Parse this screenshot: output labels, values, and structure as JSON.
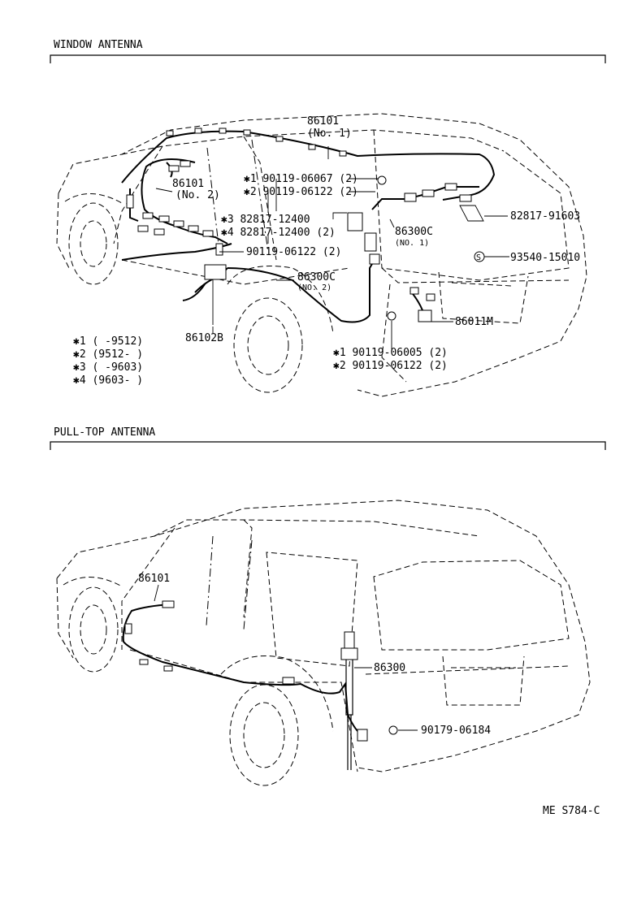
{
  "sections": {
    "window": {
      "title": "WINDOW ANTENNA",
      "callouts": {
        "c86101_no1": "86101",
        "c86101_no1_sub": "(No. 1)",
        "c86101_no2": "86101",
        "c86101_no2_sub": "(No. 2)",
        "s1_top": "✱1  90119-06067 (2)",
        "s2_top": "✱2  90119-06122 (2)",
        "s3": "✱3  82817-12400",
        "s4": "✱4  82817-12400 (2)",
        "c90119_06122": "90119-06122 (2)",
        "c86300c_no1": "86300C",
        "c86300c_no1_sub": "(NO. 1)",
        "c82817_91603": "82817-91603",
        "c93540": "93540-15010",
        "c93540_symbol": "S",
        "c86300c_no2": "86300C",
        "c86300c_no2_sub": "(NO. 2)",
        "c86011m": "86011M",
        "c86102b": "86102B",
        "s1_bottom": "✱1  90119-06005 (2)",
        "s2_bottom": "✱2  90119-06122 (2)"
      },
      "legend": [
        "✱1 (       -9512)",
        "✱2 (9512-        )",
        "✱3 (       -9603)",
        "✱4 (9603-        )"
      ]
    },
    "pulltop": {
      "title": "PULL-TOP ANTENNA",
      "callouts": {
        "c86101": "86101",
        "c86300": "86300",
        "c90179": "90179-06184"
      }
    }
  },
  "footer": {
    "code": "ME S784-C"
  }
}
